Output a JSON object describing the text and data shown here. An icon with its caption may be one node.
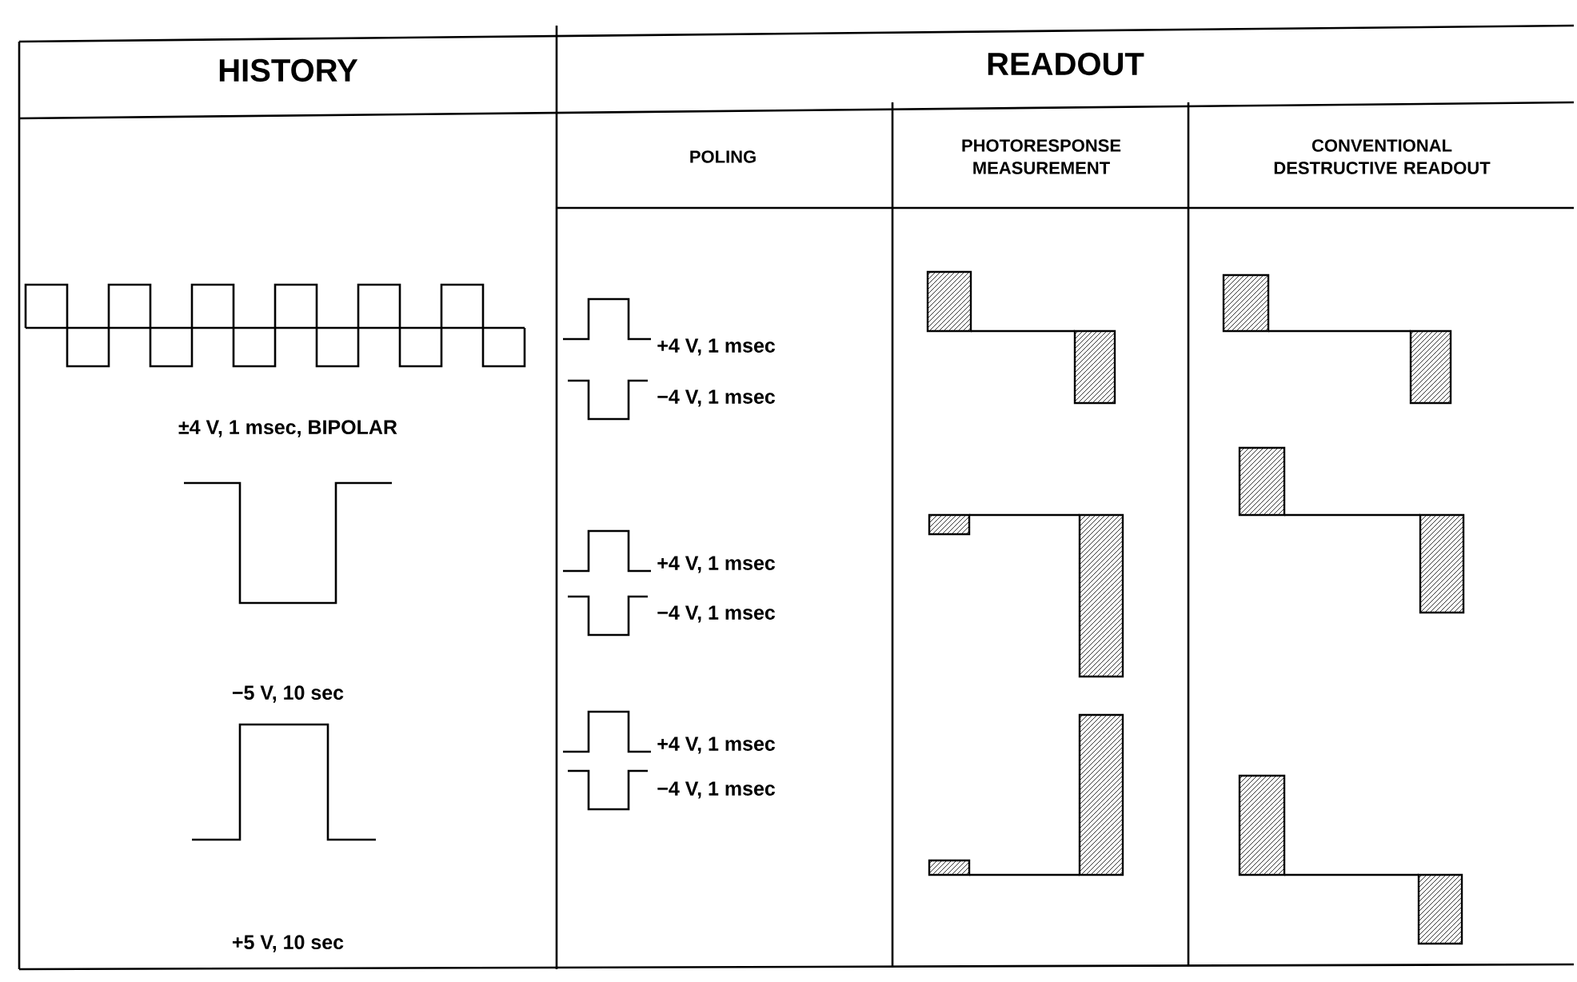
{
  "diagram": {
    "nodes": [
      {
        "text": [
          "HISTORY"
        ]
      },
      {
        "text": [
          "READOUT"
        ]
      },
      {
        "text": [
          "POLING"
        ]
      },
      {
        "text": [
          "PHOTORESPONSE MEASUREMENT"
        ]
      },
      {
        "text": [
          "CONVENTIONAL DESTRUCTIVE READOUT"
        ]
      }
    ],
    "labels": [
      "±4 V, 1 msec, BIPOLAR",
      "+4 V, 1 msec",
      "−4 V, 1 msec",
      "−5 V, 10 sec",
      "+4 V, 1 msec",
      "−4 V, 1 msec",
      "+5 V, 10 sec",
      "+4 V, 1 msec",
      "−4 V, 1 msec"
    ]
  }
}
